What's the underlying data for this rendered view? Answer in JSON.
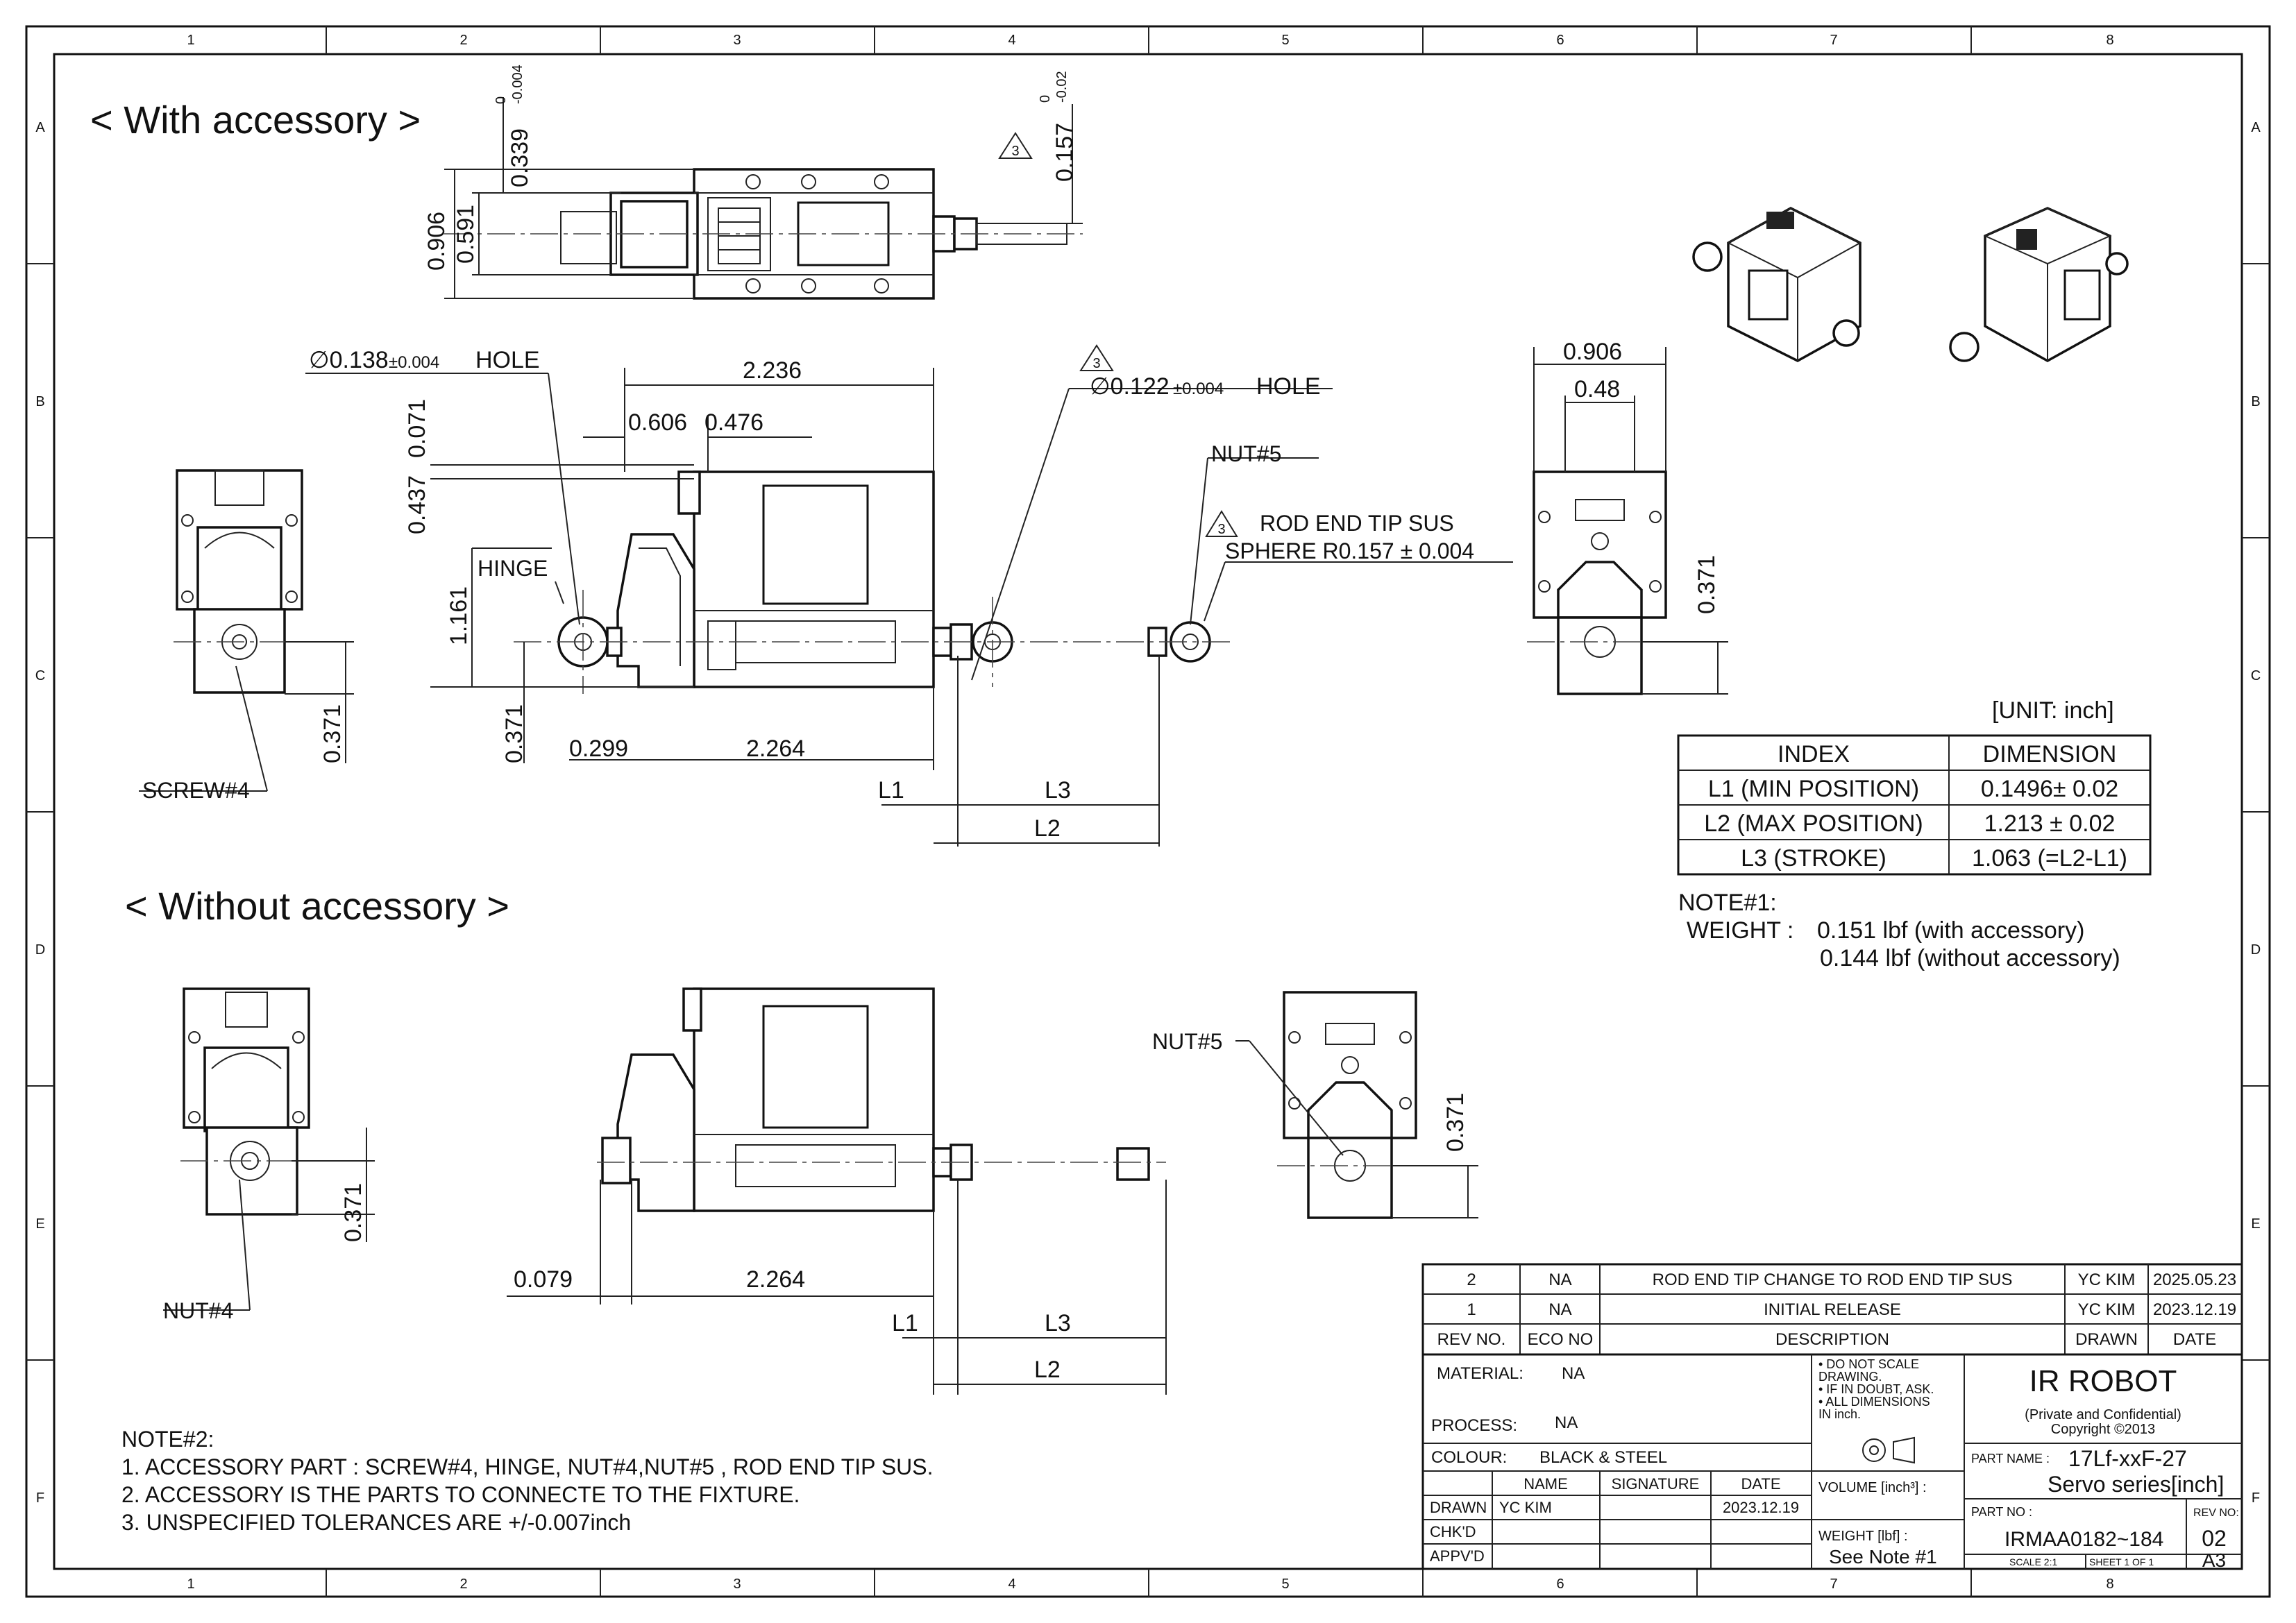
{
  "border": {
    "columns": [
      "1",
      "2",
      "3",
      "4",
      "5",
      "6",
      "7",
      "8"
    ],
    "rows": [
      "A",
      "B",
      "C",
      "D",
      "E",
      "F"
    ]
  },
  "views": {
    "with_accessory_title": "< With accessory >",
    "without_accessory_title": "< Without accessory >"
  },
  "dimensions": {
    "top_0906": "0.906",
    "top_0591": "0.591",
    "top_0339": "0.339",
    "top_0339_tol_upper": "0",
    "top_0339_tol_lower": "-0.004",
    "top_0157": "0.157",
    "top_0157_tol_upper": "0",
    "top_0157_tol_lower": "-0.02",
    "hole_0138": "∅0.138",
    "hole_0138_tol": "±0.004",
    "hole_label": "HOLE",
    "hole_0122": "∅0.122",
    "hole_0122_tol": "±0.004",
    "hole_0122_label": "HOLE",
    "len_2236": "2.236",
    "len_0606": "0.606",
    "len_0476": "0.476",
    "v_0437": "0.437",
    "v_0071": "0.071",
    "v_1161": "1.161",
    "v_0371_a": "0.371",
    "v_0371_b": "0.371",
    "v_0371_c": "0.371",
    "v_0371_d": "0.371",
    "v_0371_e": "0.371",
    "len_0299": "0.299",
    "len_2264_a": "2.264",
    "len_2264_b": "2.264",
    "len_0079": "0.079",
    "side_0906": "0.906",
    "side_048": "0.48",
    "L1": "L1",
    "L2": "L2",
    "L3": "L3",
    "L1b": "L1",
    "L2b": "L2",
    "L3b": "L3"
  },
  "callouts": {
    "hinge": "HINGE",
    "screw4": "SCREW#4",
    "nut5_top": "NUT#5",
    "nut5_bottom": "NUT#5",
    "nut4": "NUT#4",
    "rod_end_line1": "ROD END TIP SUS",
    "rod_end_line2": "SPHERE R0.157 ± 0.004",
    "rev_marker": "3"
  },
  "unit_label": "[UNIT: inch]",
  "dimension_table": {
    "headers": [
      "INDEX",
      "DIMENSION"
    ],
    "rows": [
      [
        "L1 (MIN POSITION)",
        "0.1496± 0.02"
      ],
      [
        "L2 (MAX POSITION)",
        "1.213 ± 0.02"
      ],
      [
        "L3 (STROKE)",
        "1.063 (=L2-L1)"
      ]
    ]
  },
  "note1": {
    "title": "NOTE#1:",
    "weight_label": "WEIGHT :",
    "weight_with": "0.151 lbf  (with accessory)",
    "weight_without": "0.144 lbf  (without accessory)"
  },
  "note2": {
    "title": "NOTE#2:",
    "lines": [
      "1. ACCESSORY PART :  SCREW#4, HINGE, NUT#4,NUT#5 , ROD END TIP SUS.",
      "2. ACCESSORY IS THE PARTS TO CONNECTE TO THE FIXTURE.",
      "3. UNSPECIFIED TOLERANCES ARE +/-0.007inch"
    ]
  },
  "revision_table": {
    "rows": [
      [
        "2",
        "NA",
        "ROD END TIP CHANGE TO ROD END TIP SUS",
        "YC KIM",
        "2025.05.23"
      ],
      [
        "1",
        "NA",
        "INITIAL RELEASE",
        "YC KIM",
        "2023.12.19"
      ]
    ],
    "headers": [
      "REV NO.",
      "ECO NO",
      "DESCRIPTION",
      "DRAWN",
      "DATE"
    ]
  },
  "title_block": {
    "material_label": "MATERIAL:",
    "material_value": "NA",
    "process_label": "PROCESS:",
    "process_value": "NA",
    "colour_label": "COLOUR:",
    "colour_value": "BLACK & STEEL",
    "notes": [
      "• DO NOT SCALE",
      "  DRAWING.",
      "• IF IN DOUBT, ASK.",
      "• ALL DIMENSIONS",
      "  IN inch."
    ],
    "company": "IR ROBOT",
    "confidential": "(Private and Confidential)",
    "copyright": "Copyright ©2013",
    "part_name_label": "PART NAME :",
    "part_name_1": "17Lf-xxF-27",
    "part_name_2": "Servo series[inch]",
    "part_no_label": "PART NO :",
    "part_no": "IRMAA0182~184",
    "rev_no_label": "REV NO:",
    "rev_no": "02",
    "scale": "SCALE  2:1",
    "sheet": "SHEET 1 OF 1",
    "size": "A3",
    "volume_label": "VOLUME [inch³] :",
    "weight_label": "WEIGHT [lbf] :",
    "weight_value": "See Note #1",
    "sig_headers": [
      "NAME",
      "SIGNATURE",
      "DATE"
    ],
    "sig_rows": [
      [
        "DRAWN",
        "YC KIM",
        "",
        "2023.12.19"
      ],
      [
        "CHK'D",
        "",
        "",
        ""
      ],
      [
        "APPV'D",
        "",
        "",
        ""
      ]
    ]
  }
}
